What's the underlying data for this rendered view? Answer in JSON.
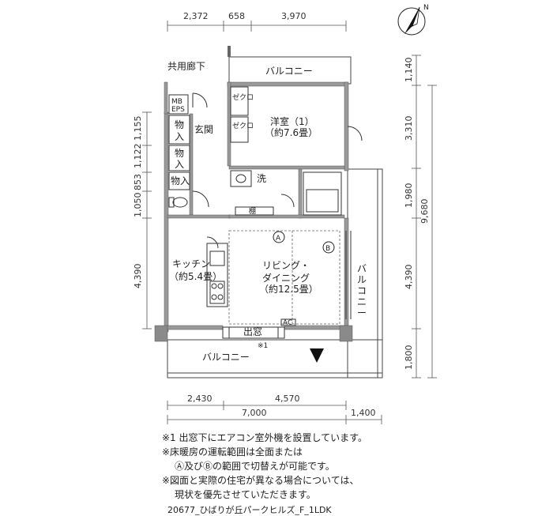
{
  "dims": {
    "top": [
      "2,372",
      "658",
      "3,970"
    ],
    "left": [
      "1,155",
      "1,122",
      "853",
      "1,050",
      "4,390"
    ],
    "right": [
      "1,140",
      "3,310",
      "1,980",
      "9,680",
      "4,390",
      "1,800"
    ],
    "bottom_row1": [
      "2,430",
      "4,570"
    ],
    "bottom_row2": [
      "7,000",
      "1,400"
    ]
  },
  "labels": {
    "corridor": "共用廊下",
    "balcony_top": "バルコニー",
    "balcony_right": "バルコニー",
    "balcony_bottom": "バルコニー",
    "mb_eps": "MB\nEPS",
    "closet1": "物\n入",
    "closet2": "物\n入",
    "closet3": "物入",
    "entrance": "玄関",
    "western_room": "洋室（1）",
    "western_room_size": "（約7.6畳）",
    "closet_v1": "ゼクロ\nットー",
    "closet_v2": "ゼクロ\nットー",
    "wash": "洗",
    "shelf": "棚",
    "kitchen": "キッチン",
    "kitchen_size": "（約5.4畳）",
    "living": "リビング・",
    "dining": "ダイニング",
    "living_size": "（約12.5畳）",
    "mark_a": "A",
    "mark_b": "B",
    "bay_window": "出窓",
    "ac": "AC",
    "note_ref": "※1",
    "north": "N"
  },
  "notes": [
    "※1 出窓下にエアコン室外機を設置しています。",
    "※床暖房の運転範囲は全面または",
    "Ⓐ及びⒷの範囲で切替えが可能です。",
    "※図面と実際の住宅が異なる場合については、",
    "現状を優先させていただきます。"
  ],
  "footer": "20677_ひばりが丘パークヒルズ_F_1LDK"
}
